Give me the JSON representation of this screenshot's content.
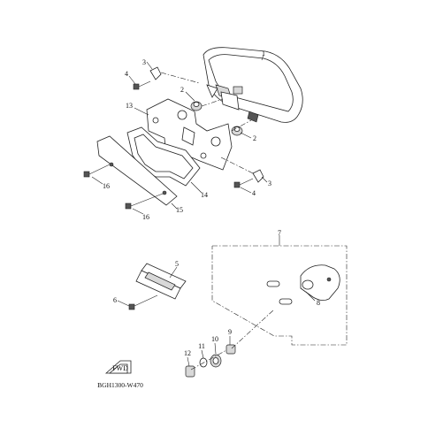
{
  "diagram": {
    "code": "BGH1300-W470",
    "arrow_label": "FWD",
    "callouts": [
      "1",
      "2",
      "2",
      "3",
      "3",
      "4",
      "4",
      "5",
      "6",
      "7",
      "8",
      "9",
      "10",
      "11",
      "12",
      "13",
      "14",
      "15",
      "16",
      "16"
    ]
  }
}
